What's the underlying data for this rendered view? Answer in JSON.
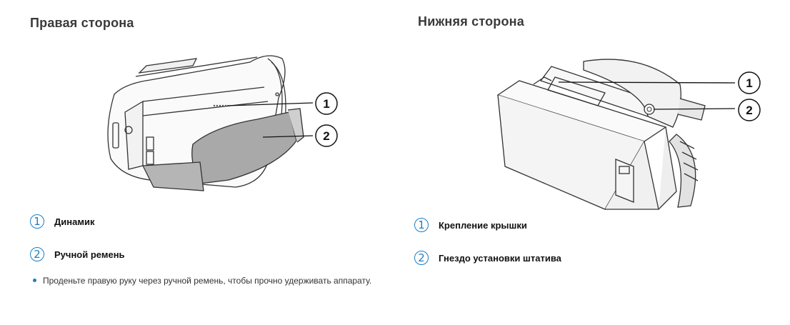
{
  "right_side": {
    "heading": "Правая сторона",
    "callouts": [
      "1",
      "2"
    ],
    "items": [
      {
        "number": "1",
        "label": "Динамик"
      },
      {
        "number": "2",
        "label": "Ручной ремень"
      }
    ],
    "note": "Проденьте правую руку через ручной ремень, чтобы прочно удерживать аппарату."
  },
  "bottom_side": {
    "heading": "Нижняя сторона",
    "callouts": [
      "1",
      "2"
    ],
    "items": [
      {
        "number": "1",
        "label": "Крепление крышки"
      },
      {
        "number": "2",
        "label": "Гнездо установки штатива"
      }
    ]
  },
  "colors": {
    "accent": "#1a7fc4",
    "strap": "#a9a9a9"
  }
}
